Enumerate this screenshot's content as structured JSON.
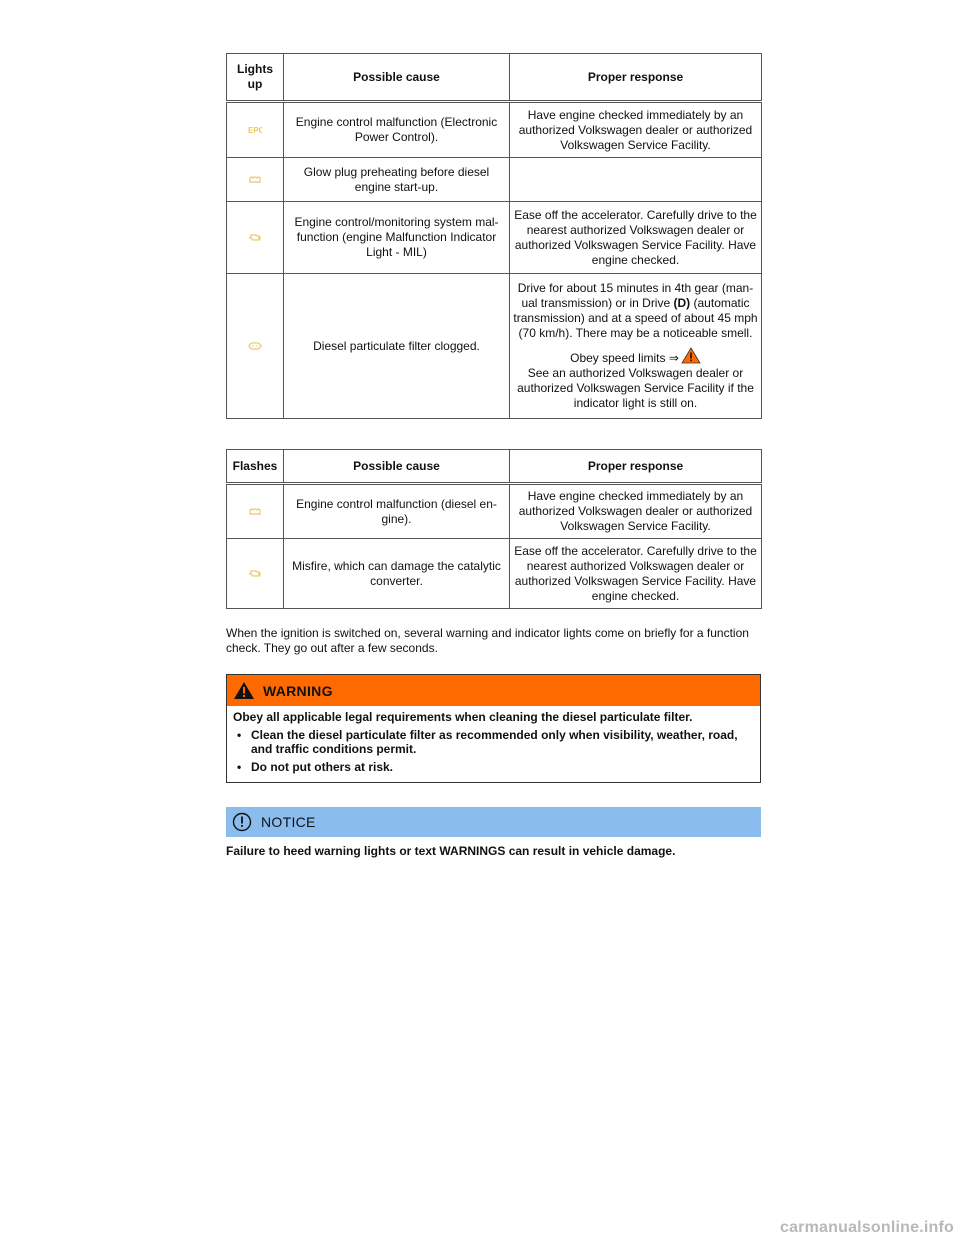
{
  "table_lights": {
    "headers": [
      "Lights up",
      "Possible cause",
      "Proper response"
    ],
    "rows": [
      {
        "icon": "epc-indicator-icon",
        "cause": "Engine control malfunction (Electronic Power Control).",
        "response": "Have engine checked immediately by an authorized Volkswagen dealer or authorized Volkswagen Service Facility."
      },
      {
        "icon": "glow-plug-indicator-icon",
        "cause": "Glow plug preheating before diesel engine start-up.",
        "response": ""
      },
      {
        "icon": "engine-mil-indicator-icon",
        "cause": "Engine control/monitoring system mal-function (engine Malfunction Indicator Light - MIL)",
        "response": "Ease off the accelerator. Carefully drive to the nearest authorized Volkswagen dealer or authorized Volkswagen Service Facility. Have engine checked."
      },
      {
        "icon": "diesel-particulate-filter-icon",
        "cause": "Diesel particulate filter clogged.",
        "response_part1": "Drive for about 15 minutes in 4th gear (man-ual transmission) or in Drive",
        "response_bold": "(D)",
        "response_part2": "(automatic transmission) and at a speed of about 45 mph (70 km/h). There may be a noticeable smell.",
        "response_speed": "Obey speed limits ⇒",
        "response_see": "See an authorized Volkswagen dealer or authorized Volkswagen Service Facility if the indicator light is still on."
      }
    ]
  },
  "table_flashes": {
    "headers": [
      "Flashes",
      "Possible cause",
      "Proper response"
    ],
    "rows": [
      {
        "icon": "glow-plug-indicator-icon",
        "cause": "Engine control malfunction (diesel en-gine).",
        "response": "Have engine checked immediately by an authorized Volkswagen dealer or authorized Volkswagen Service Facility."
      },
      {
        "icon": "engine-mil-indicator-icon",
        "cause": "Misfire, which can damage the catalytic converter.",
        "response": "Ease off the accelerator. Carefully drive to the nearest authorized Volkswagen dealer or authorized Volkswagen Service Facility. Have engine checked."
      }
    ]
  },
  "note": "When the ignition is switched on, several warning and indicator lights come on briefly for a function check. They go out after a few seconds.",
  "warning": {
    "title": "WARNING",
    "intro": "Obey all applicable legal requirements when cleaning the diesel particulate filter.",
    "bullets": [
      "Clean the diesel particulate filter as recommended only when visibility, weather, road, and traffic conditions permit.",
      "Do not put others at risk."
    ]
  },
  "notice": {
    "title": "NOTICE",
    "text": "Failure to heed warning lights or text WARNINGS can result in vehicle damage."
  },
  "watermark": "carmanualsonline.info",
  "colors": {
    "warning_orange": "#ff6a00",
    "notice_blue": "#8bbcee",
    "indicator_amber": "#e8c86a"
  }
}
